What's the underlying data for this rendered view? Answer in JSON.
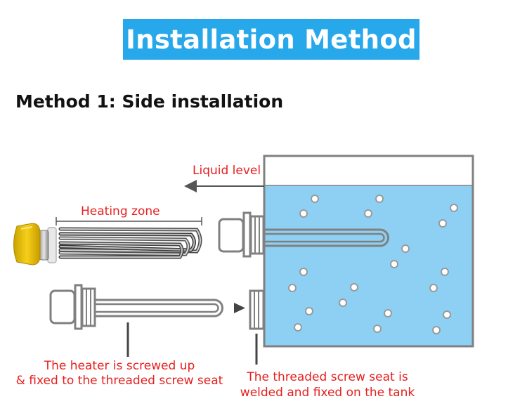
{
  "title": "Installation Method",
  "subtitle": "Method 1: Side installation",
  "labels": {
    "liquid_level": "Liquid level",
    "heating_zone": "Heating zone",
    "heater_caption_line1": "The heater is screwed up",
    "heater_caption_line2": "& fixed to the threaded screw seat",
    "seat_caption_line1": "The threaded screw seat is",
    "seat_caption_line2": "welded and fixed on the tank"
  },
  "colors": {
    "banner": "#27a8ea",
    "label_red": "#e6201f",
    "liquid": "#8dd0f3",
    "outline": "#808080"
  }
}
